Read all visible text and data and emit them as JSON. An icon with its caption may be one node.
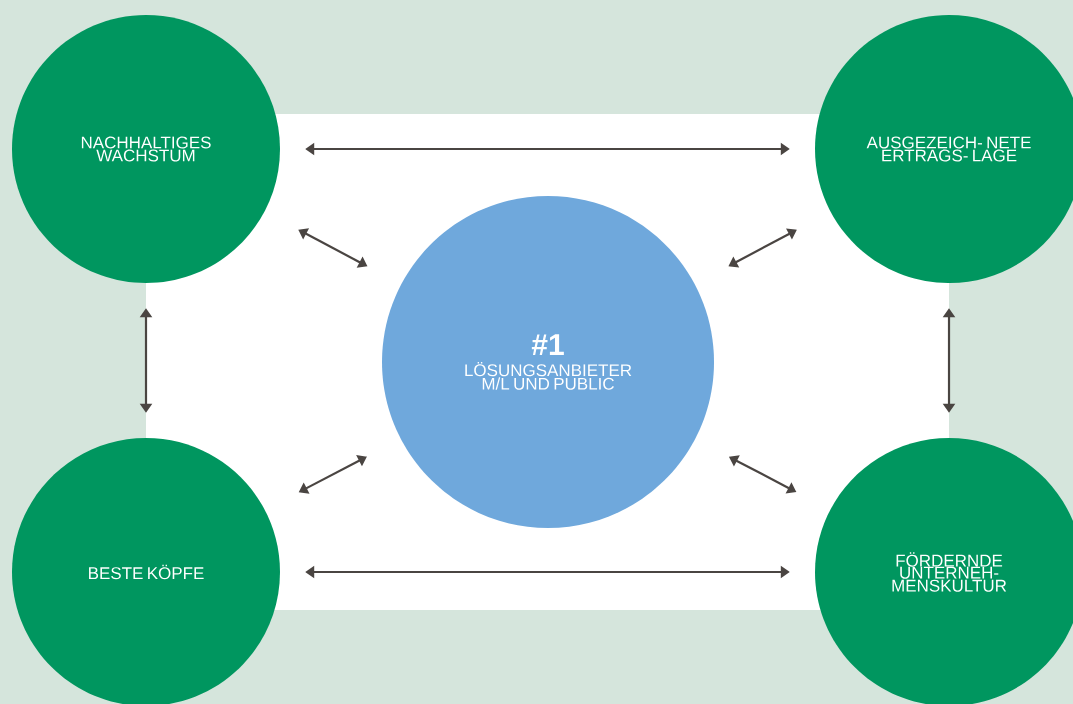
{
  "diagram": {
    "nodes": [
      {
        "text": [
          "NACHHALTIGES WACHSTUM"
        ]
      },
      {
        "text": [
          "AUSGEZEICH- NETE ERTRAGS- LAGE"
        ]
      },
      {
        "text": [
          "#1",
          "LÖSUNGSANBIETER M/L UND PUBLIC"
        ]
      },
      {
        "text": [
          "BESTE KÖPFE"
        ]
      },
      {
        "text": [
          "FÖRDERNDE UNTERNEH- MENSKULTUR"
        ]
      }
    ],
    "edges": [
      {
        "from": 0,
        "to": 1,
        "arrow": "both"
      },
      {
        "from": 0,
        "to": 2,
        "arrow": "both"
      },
      {
        "from": 1,
        "to": 2,
        "arrow": "both"
      },
      {
        "from": 0,
        "to": 3,
        "arrow": "both"
      },
      {
        "from": 1,
        "to": 4,
        "arrow": "both"
      },
      {
        "from": 3,
        "to": 2,
        "arrow": "both"
      },
      {
        "from": 4,
        "to": 2,
        "arrow": "both"
      },
      {
        "from": 3,
        "to": 4,
        "arrow": "both"
      }
    ]
  }
}
